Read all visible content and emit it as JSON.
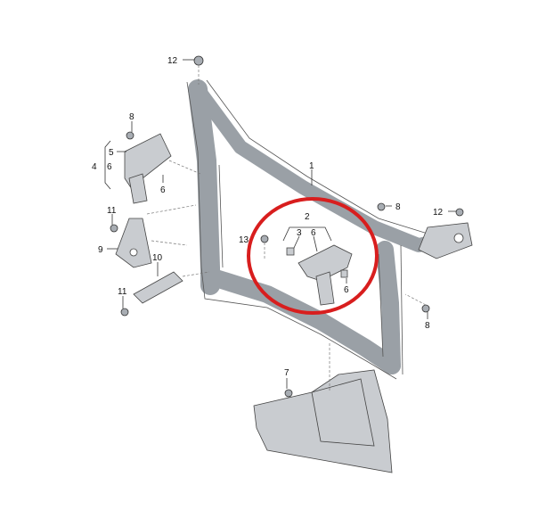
{
  "diagram": {
    "title": "Radiator support / front lock carrier exploded view",
    "callouts": {
      "c12a": "12",
      "c8a": "8",
      "c5": "5",
      "c4": "4",
      "c6a": "6",
      "c6b": "6",
      "c11a": "11",
      "c9": "9",
      "c10": "10",
      "c11b": "11",
      "c1": "1",
      "c2": "2",
      "c3": "3",
      "c6c": "6",
      "c13": "13",
      "c6d": "6",
      "c8b": "8",
      "c12b": "12",
      "c8c": "8",
      "c7": "7"
    },
    "highlight_color": "#d81e1e"
  }
}
